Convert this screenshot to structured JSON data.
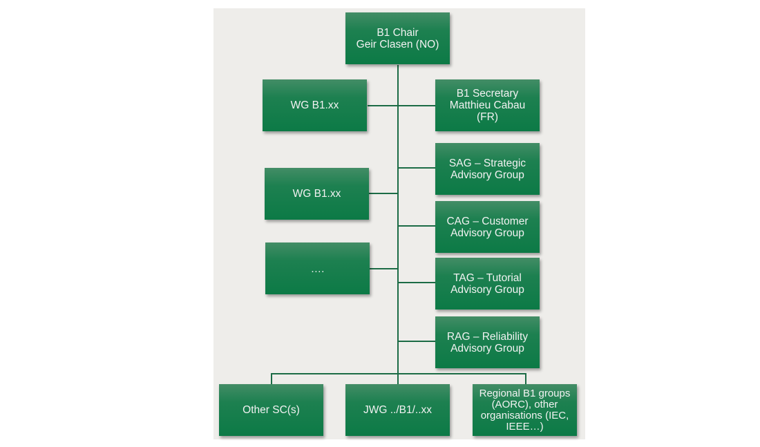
{
  "diagram": {
    "type": "org-chart",
    "accent_color": "#0c7a46",
    "line_color": "#1b6b45",
    "background_color": "#eeedea",
    "root": {
      "label": "B1 Chair\nGeir Clasen (NO)"
    },
    "left_nodes": [
      {
        "label": "WG B1.xx"
      },
      {
        "label": "WG B1.xx"
      },
      {
        "label": "…."
      }
    ],
    "right_nodes": [
      {
        "label": "B1 Secretary\nMatthieu Cabau\n(FR)"
      },
      {
        "label": "SAG – Strategic\nAdvisory Group"
      },
      {
        "label": "CAG – Customer\nAdvisory Group"
      },
      {
        "label": "TAG – Tutorial\nAdvisory Group"
      },
      {
        "label": "RAG – Reliability\nAdvisory Group"
      }
    ],
    "bottom_nodes": [
      {
        "label": "Other SC(s)"
      },
      {
        "label": "JWG ../B1/..xx"
      },
      {
        "label": "Regional B1 groups\n(AORC),  other\norganisations (IEC,\nIEEE…)"
      }
    ]
  }
}
